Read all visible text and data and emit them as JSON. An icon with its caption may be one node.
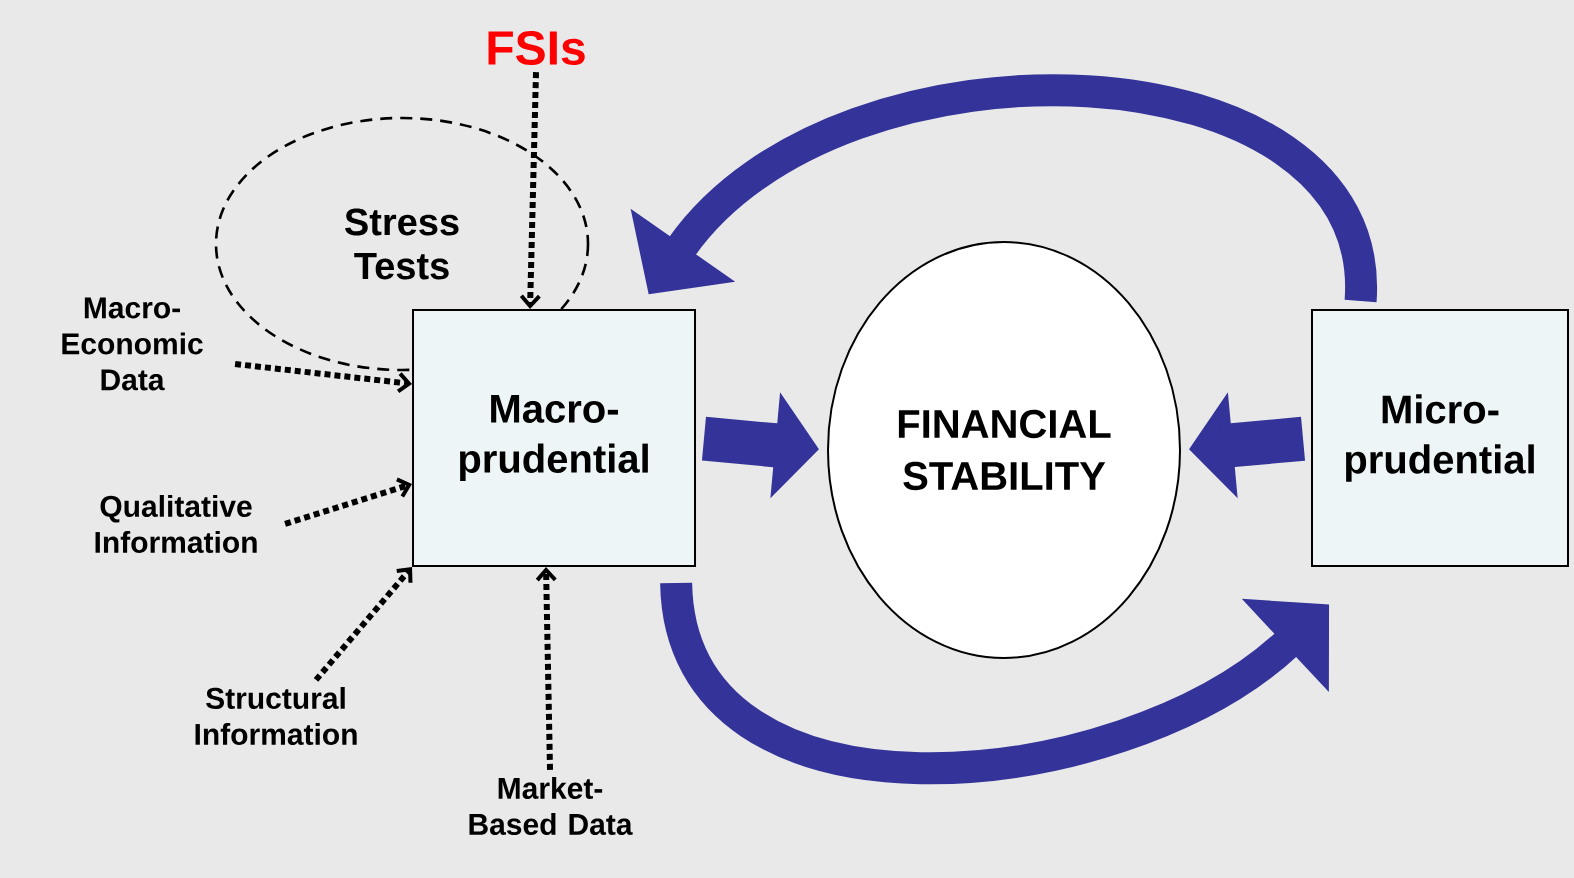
{
  "diagram": {
    "nodes": [
      {
        "text": [
          "FSIs"
        ]
      },
      {
        "text": [
          "Stress Tests"
        ]
      },
      {
        "text": [
          "Macro- Economic Data"
        ]
      },
      {
        "text": [
          "Qualitative Information"
        ]
      },
      {
        "text": [
          "Structural Information"
        ]
      },
      {
        "text": [
          "Market- Based Data"
        ]
      },
      {
        "text": [
          "Macro- prudential"
        ]
      },
      {
        "text": [
          "FINANCIAL STABILITY"
        ]
      },
      {
        "text": [
          "Micro- prudential"
        ]
      }
    ],
    "edges": [
      {
        "from": 0,
        "to": 6,
        "arrow": "to",
        "style": "dashed"
      },
      {
        "from": 2,
        "to": 6,
        "arrow": "to",
        "style": "dashed"
      },
      {
        "from": 3,
        "to": 6,
        "arrow": "to",
        "style": "dashed"
      },
      {
        "from": 4,
        "to": 6,
        "arrow": "to",
        "style": "dashed"
      },
      {
        "from": 5,
        "to": 6,
        "arrow": "to",
        "style": "dashed"
      },
      {
        "from": 6,
        "to": 7,
        "arrow": "to",
        "style": "thick",
        "color": "#333399"
      },
      {
        "from": 8,
        "to": 7,
        "arrow": "to",
        "style": "thick",
        "color": "#333399"
      },
      {
        "from": 8,
        "to": 6,
        "arrow": "to",
        "style": "thick",
        "color": "#333399"
      },
      {
        "from": 6,
        "to": 8,
        "arrow": "to",
        "style": "thick",
        "color": "#333399"
      }
    ]
  }
}
